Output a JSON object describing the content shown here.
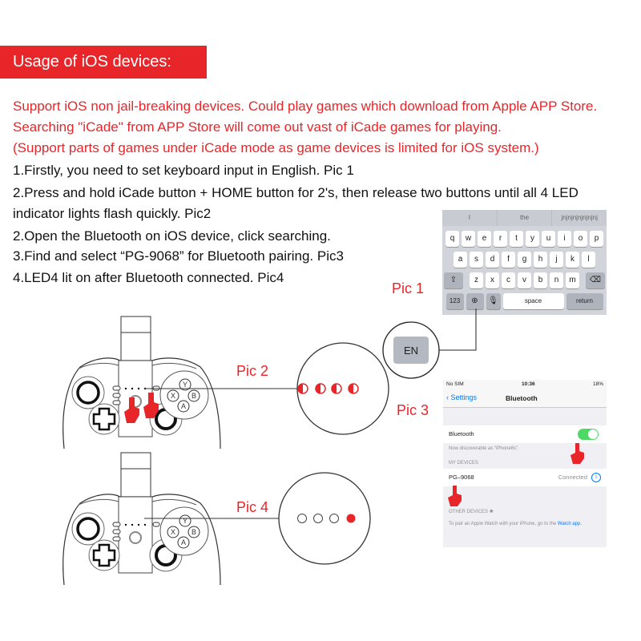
{
  "header": {
    "title": "Usage of iOS devices:"
  },
  "intro": [
    "Support iOS non jail-breaking devices. Could play games which download from Apple APP Store.",
    "Searching \"iCade\" from APP Store will come out vast of iCade games for playing.",
    "(Support parts of games under iCade mode as game devices is limited for iOS system.)"
  ],
  "steps": [
    "1.Firstly, you need to set keyboard input in English. Pic 1",
    "2.Press and hold iCade button + HOME button for 2's, then release two buttons until all 4 LED",
    "indicator lights flash quickly. Pic2",
    "2.Open the Bluetooth on iOS device, click searching.",
    "3.Find and select “PG-9068” for Bluetooth pairing. Pic3",
    "4.LED4 lit on after Bluetooth connected. Pic4"
  ],
  "labels": {
    "pic1": "Pic 1",
    "pic2": "Pic 2",
    "pic3": "Pic 3",
    "pic4": "Pic 4",
    "en": "EN"
  },
  "keyboard": {
    "suggestions": [
      "I",
      "the",
      "jnjnjnjnjnjnjnj"
    ],
    "row1": [
      "q",
      "w",
      "e",
      "r",
      "t",
      "y",
      "u",
      "i",
      "o",
      "p"
    ],
    "row2": [
      "a",
      "s",
      "d",
      "f",
      "g",
      "h",
      "j",
      "k",
      "l"
    ],
    "row3": [
      "z",
      "x",
      "c",
      "v",
      "b",
      "n",
      "m"
    ],
    "k123": "123",
    "space": "space",
    "return": "return"
  },
  "settings": {
    "carrier": "No SIM",
    "time": "10:36",
    "battery": "18%",
    "back": "Settings",
    "title": "Bluetooth",
    "bt_label": "Bluetooth",
    "discoverable": "Now discoverable as “iPhone6s”.",
    "my_devices": "MY DEVICES",
    "device": "PG–9068",
    "status": "Connected",
    "other_devices": "OTHER DEVICES",
    "watch_text": "To pair an Apple Watch with your iPhone, go to the",
    "watch_link": "Watch",
    "watch_link2": "app."
  },
  "controller": {
    "buttons": [
      "Y",
      "X",
      "B",
      "A"
    ]
  },
  "colors": {
    "accent": "#e8262a",
    "toggle": "#4cd964",
    "link": "#007aff"
  }
}
